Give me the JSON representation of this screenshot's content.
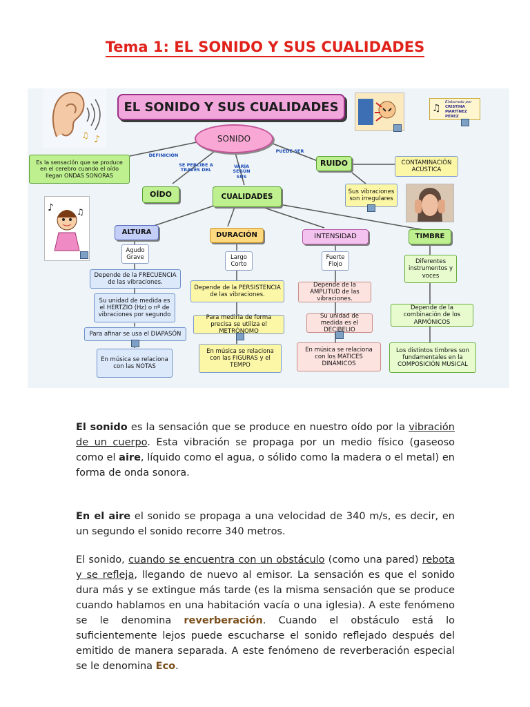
{
  "title": "Tema 1: EL SONIDO Y SUS CUALIDADES",
  "map": {
    "title": "EL SONIDO Y SUS CUALIDADES",
    "credit": [
      "Elaborado por",
      "CRISTINA",
      "MARTÍNEZ PÉREZ"
    ],
    "root": "SONIDO",
    "definition_label": "DEFINICIÓN",
    "definition": "Es la sensación que se produce en el cerebro cuando el oído llegan ONDAS SONORAS",
    "perceive_label": "SE PERCIBE A TRAVÉS DEL",
    "varies_label": "VARÍA SEGÚN SUS",
    "can_be_label": "PUEDE SER",
    "oido": "OÍDO",
    "cualidades": "CUALIDADES",
    "ruido": "RUIDO",
    "contaminacion": "CONTAMINACIÓN ACÚSTICA",
    "ruido_desc": "Sus vibraciones son irregulares",
    "altura": {
      "header": "ALTURA",
      "values": "Agudo Grave",
      "items": [
        "Depende de la FRECUENCIA de las vibraciones.",
        "Su unidad de medida es el HERTZIO (Hz) o nº de vibraciones por segundo",
        "Para afinar se usa el DIAPASÓN",
        "En música se relaciona con las NOTAS"
      ]
    },
    "duracion": {
      "header": "DURACIÓN",
      "values": "Largo Corto",
      "items": [
        "Depende de la PERSISTENCIA de las vibraciones.",
        "Para medirla de forma precisa se utiliza el METRÓNOMO",
        "En música se relaciona con las FIGURAS y el TEMPO"
      ]
    },
    "intensidad": {
      "header": "INTENSIDAD",
      "values": "Fuerte Flojo",
      "items": [
        "Depende de la AMPLITUD de las vibraciones.",
        "Su unidad de medida es el DECIBELIO",
        "En música se relaciona con los MATICES DINÁMICOS"
      ]
    },
    "timbre": {
      "header": "TIMBRE",
      "values": "Diferentes instrumentos y voces",
      "items": [
        "Depende de la combinación de los ARMÓNICOS",
        "Los distintos timbres son fundamentales en la COMPOSICIÓN MUSICAL"
      ]
    }
  },
  "p1": {
    "a": "El sonido",
    "b": " es la sensación que se produce en nuestro oído por la ",
    "c": "vibración de un cuerpo",
    "d": ". Esta vibración se propaga por un medio físico (gaseoso como el ",
    "e": "aire",
    "f": ", líquido como el agua, o sólido como la madera o el metal) en forma de onda sonora."
  },
  "p2": {
    "a": "En el aire",
    "b": " el sonido se propaga a una velocidad de 340 m/s, es decir, en un segundo el sonido recorre 340 metros."
  },
  "p3": {
    "a": "El sonido, ",
    "b": "cuando se encuentra con un obstáculo",
    "c": " (como una pared) ",
    "d": "rebota y se refleja",
    "e": ", llegando de nuevo al emisor. La sensación es que el sonido dura más y se extingue más tarde (es la misma sensación que se produce cuando hablamos en una habitación vacía o una iglesia). A este fenómeno se le denomina ",
    "f": "reverberación",
    "g": ". Cuando el obstáculo está lo suficientemente lejos puede escucharse el sonido reflejado después del emitido de manera separada. A este fenómeno de reverberación especial se le denomina ",
    "h": "Eco",
    "i": "."
  }
}
